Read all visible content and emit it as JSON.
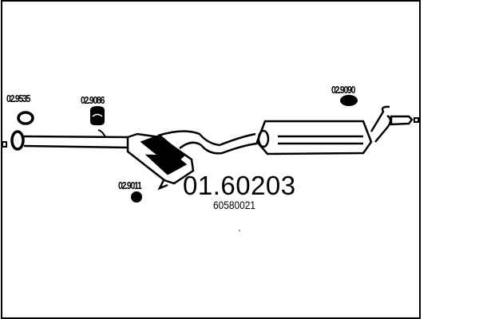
{
  "diagram": {
    "part_number": "01.60203",
    "oem_number": "60580021",
    "components": [
      {
        "id": "gasket",
        "label": "02.9535"
      },
      {
        "id": "rubber-mount-front",
        "label": "02.9086"
      },
      {
        "id": "rubber-mount-mid",
        "label": "02.9011"
      },
      {
        "id": "rubber-mount-rear",
        "label": "02.9090"
      }
    ]
  }
}
